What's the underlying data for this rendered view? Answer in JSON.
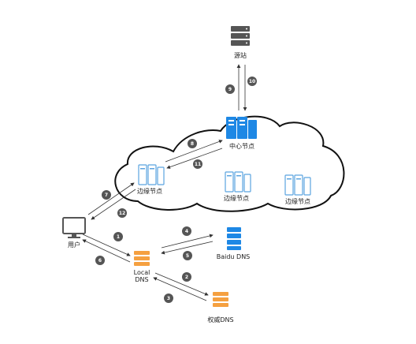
{
  "nodes": {
    "origin": {
      "label": "源站",
      "icon": "server-rack-icon"
    },
    "center": {
      "label": "中心节点",
      "icon": "server-tower-icon"
    },
    "edge_left": {
      "label": "边缘节点",
      "icon": "server-tower-icon"
    },
    "edge_mid": {
      "label": "边缘节点",
      "icon": "server-tower-icon"
    },
    "edge_right": {
      "label": "边缘节点",
      "icon": "server-tower-icon"
    },
    "user": {
      "label": "用户",
      "icon": "monitor-icon"
    },
    "local_dns": {
      "label_line1": "Local",
      "label_line2": "DNS",
      "icon": "dns-server-icon"
    },
    "baidu_dns": {
      "label": "Baidu DNS",
      "icon": "dns-server-icon"
    },
    "auth_dns": {
      "label": "权威DNS",
      "icon": "dns-server-icon"
    }
  },
  "steps": [
    "1",
    "2",
    "3",
    "4",
    "5",
    "6",
    "7",
    "8",
    "9",
    "10",
    "11",
    "12"
  ],
  "colors": {
    "cloud_stroke": "#111111",
    "center_blue": "#1E88E5",
    "edge_blue": "#5BA4E0",
    "dns_orange": "#F5A040",
    "baidu_blue": "#1E88E5",
    "origin_gray": "#555555",
    "arrow": "#333333",
    "step_badge": "#555555"
  }
}
